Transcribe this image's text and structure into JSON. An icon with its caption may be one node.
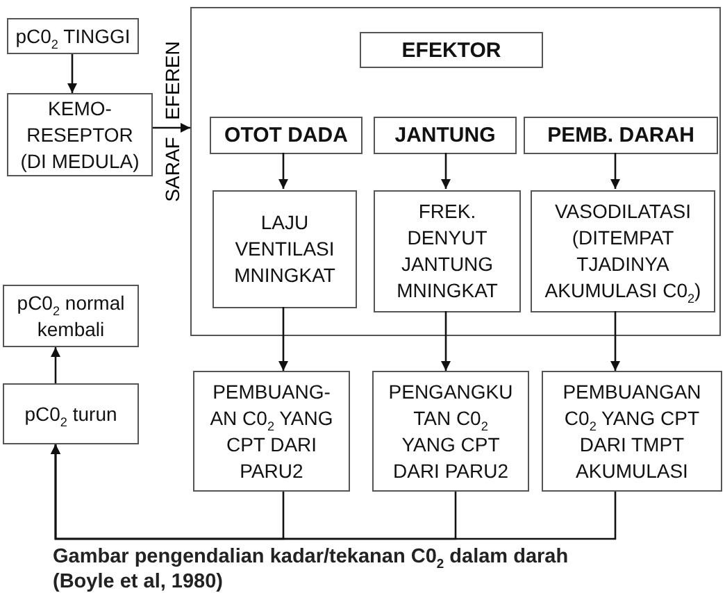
{
  "diagram": {
    "caption": "Gambar pengendalian kadar/tekanan C0$_{2}$ dalam darah (Boyle et al, 1980)",
    "nodes": [
      {
        "text": [
          "pC0$_{2}$ TINGGI"
        ]
      },
      {
        "text": [
          "KEMO- RESEPTOR (DI MEDULA)"
        ]
      },
      {
        "text": [],
        "shape": "box"
      },
      {
        "text": [
          "EFEKTOR"
        ],
        "in": 2
      },
      {
        "text": [
          "OTOT DADA"
        ],
        "in": 2
      },
      {
        "text": [
          "JANTUNG"
        ],
        "in": 2
      },
      {
        "text": [
          "PEMB. DARAH"
        ],
        "in": 2
      },
      {
        "text": [
          "LAJU VENTILASI MNINGKAT"
        ],
        "in": 2
      },
      {
        "text": [
          "FREK. DENYUT JANTUNG MNINGKAT"
        ],
        "in": 2
      },
      {
        "text": [
          "VASODILATASI (DITEMPAT TJADINYA AKUMULASI C0$_{2}$)"
        ],
        "in": 2
      },
      {
        "text": [
          "pC0$_{2}$ normal kembali"
        ]
      },
      {
        "text": [
          "pC0$_{2}$ turun"
        ]
      },
      {
        "text": [
          "PEMBUANG- AN C0$_{2}$ YANG CPT DARI PARU2"
        ]
      },
      {
        "text": [
          "PENGANGKU TAN C0$_{2}$ YANG CPT DARI PARU2"
        ]
      },
      {
        "text": [
          "PEMBUANGAN C0$_{2}$ YANG CPT DARI TMPT AKUMULASI"
        ]
      }
    ],
    "edges": [
      {
        "from": 0,
        "to": 1,
        "arrow": "to"
      },
      {
        "from": 1,
        "to": 2,
        "arrow": "to"
      },
      {
        "from": 4,
        "to": 7,
        "arrow": "to"
      },
      {
        "from": 5,
        "to": 8,
        "arrow": "to"
      },
      {
        "from": 6,
        "to": 9,
        "arrow": "to"
      },
      {
        "from": 7,
        "to": 12,
        "arrow": "to"
      },
      {
        "from": 8,
        "to": 13,
        "arrow": "to"
      },
      {
        "from": 9,
        "to": 14,
        "arrow": "to"
      },
      {
        "from": 11,
        "to": 10,
        "arrow": "to"
      },
      {
        "from": 12,
        "to": 11,
        "arrow": "to"
      },
      {
        "from": 13,
        "to": 11,
        "arrow": "to"
      },
      {
        "from": 14,
        "to": 11,
        "arrow": "to"
      }
    ],
    "labels": [
      "SARAF",
      "EFEREN"
    ]
  }
}
